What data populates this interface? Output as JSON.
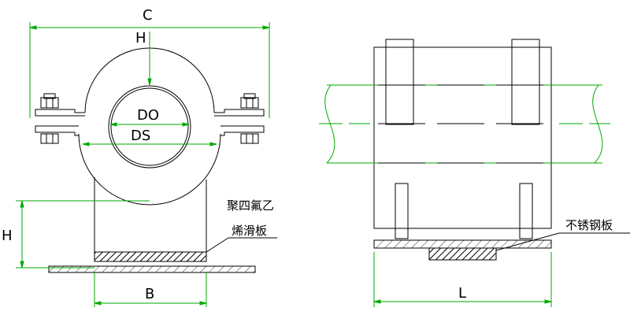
{
  "left_view": {
    "dim_c": "C",
    "dim_h_top": "H",
    "dim_do": "DO",
    "dim_ds": "DS",
    "dim_h_side": "H",
    "dim_b": "B",
    "label_ptfe_line1": "聚四氟乙",
    "label_ptfe_line2": "烯滑板"
  },
  "right_view": {
    "label_stainless": "不锈钢板",
    "dim_l": "L"
  },
  "colors": {
    "outline": "#000000",
    "dimension": "#00aa00",
    "hatch": "#000000"
  }
}
